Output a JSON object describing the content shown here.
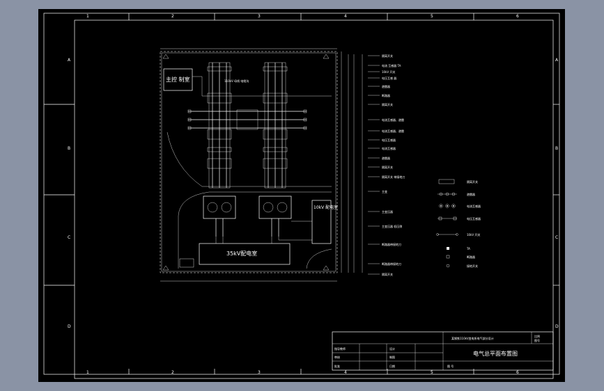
{
  "frame": {
    "col_numbers": [
      "1",
      "2",
      "3",
      "4",
      "5",
      "6"
    ],
    "row_letters": [
      "A",
      "B",
      "C",
      "D"
    ]
  },
  "plan": {
    "main_control_room": "主控 制室",
    "switchgear_10kv_label": "10kV 配电室",
    "switchgear_35kv_label": "35kV配电室",
    "bus_note": "110kV 母线 电缆沟"
  },
  "callouts": [
    "隔离开关",
    "电流 互感器 TA",
    "10kV 开关",
    "电压互感 器",
    "避雷器",
    "断路器",
    "隔离开关",
    "电流互感器、避雷",
    "电流互感器、避雷",
    "电压互感器",
    "电流互感器",
    "避雷器",
    "隔离开关",
    "隔离开关 带接地刀",
    "主变",
    "主变压器",
    "主变压器 低压侧",
    "断路器带接地刀",
    "断路器带接地刀",
    "隔离开关"
  ],
  "legend": [
    {
      "symbol": "bar",
      "label": "隔离开关"
    },
    {
      "symbol": "dots",
      "label": "避雷器"
    },
    {
      "symbol": "circles",
      "label": "电流互感器"
    },
    {
      "symbol": "squares",
      "label": "电压互感器"
    },
    {
      "symbol": "line",
      "label": "10kV 开关"
    },
    {
      "symbol": "filled-square",
      "label": "TA"
    },
    {
      "symbol": "small-square",
      "label": "断路器"
    },
    {
      "symbol": "small-circle",
      "label": "接地开关"
    }
  ],
  "title_block": {
    "project": "某钢铁110kV变电所电气部分设计",
    "scale_label": "比例",
    "sheet_label": "图号",
    "left_labels": [
      "指导教师",
      "审核",
      "批准"
    ],
    "mid_labels": [
      "设计",
      "制图",
      "日期"
    ],
    "drawing_title": "电气总平面布置图",
    "number_label": "图 号"
  }
}
